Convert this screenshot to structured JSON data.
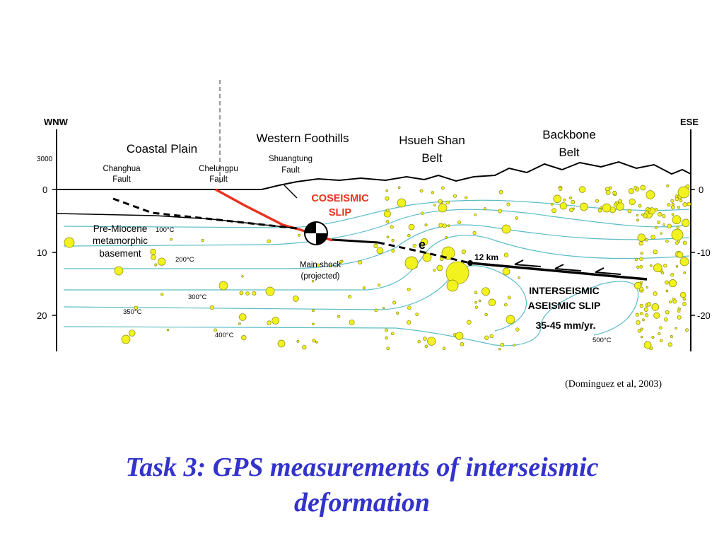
{
  "figure": {
    "direction_left": "WNW",
    "direction_right": "ESE",
    "elevation_label": "3000",
    "depth_left": [
      "0",
      "10",
      "20"
    ],
    "depth_right": [
      "0",
      "-10",
      "-20"
    ],
    "regions": {
      "coastal_plain": "Coastal Plain",
      "western_foothills": "Western Foothills",
      "hsueh_shan": [
        "Hsueh Shan",
        "Belt"
      ],
      "backbone": [
        "Backbone",
        "Belt"
      ]
    },
    "faults": {
      "changhua": [
        "Changhua",
        "Fault"
      ],
      "chelungpu": [
        "Chelungpu",
        "Fault"
      ],
      "shuangtung": [
        "Shuangtung",
        "Fault"
      ]
    },
    "coseismic_slip": [
      "COSEISMIC",
      "SLIP"
    ],
    "basement": [
      "Pre-Miocene",
      "metamorphic",
      "basement"
    ],
    "main_shock": [
      "Main shock",
      "(projected)"
    ],
    "marker_e": "e",
    "depth_marker": "12 km",
    "interseismic": [
      "INTERSEISMIC",
      "ASEISMIC SLIP",
      "35-45 mm/yr."
    ],
    "isotherms": [
      "100°C",
      "200°C",
      "300°C",
      "350°C",
      "400°C",
      "500°C"
    ],
    "colors": {
      "coseismic": "#e8321e",
      "isotherm": "#5cbcc8",
      "seismicity_fill": "#f2f21e",
      "seismicity_stroke": "#8a8a10",
      "title": "#3333cc"
    }
  },
  "citation": "(Dominguez et al, 2003)",
  "title": {
    "line1": "Task 3: GPS measurements of interseismic",
    "line2": "deformation"
  }
}
